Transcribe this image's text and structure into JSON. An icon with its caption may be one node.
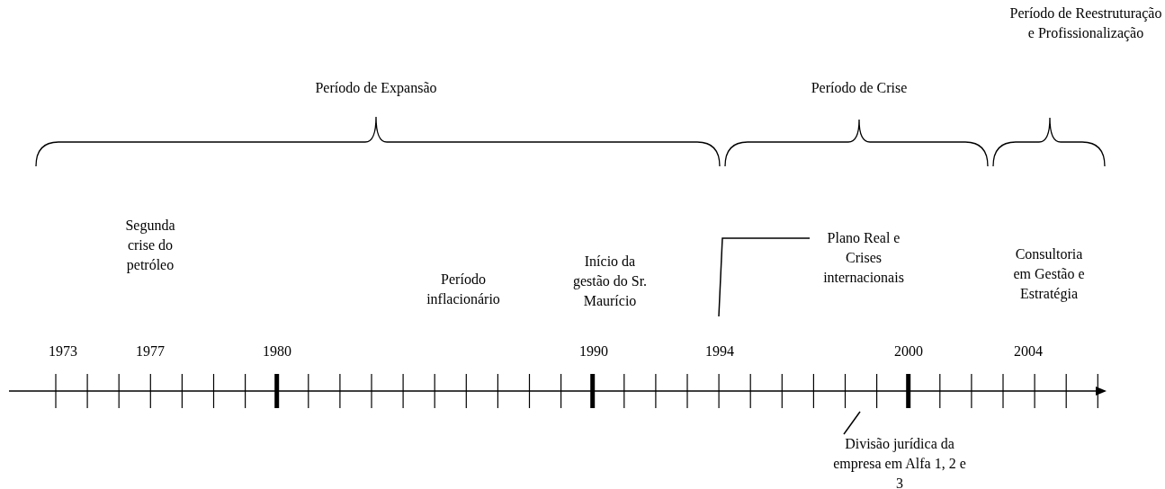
{
  "diagram": {
    "nodes": [
      {
        "text": [
          "Plano Real e Crises internacionais"
        ]
      },
      {
        "text": [
          "Divisão jurídica da empresa em Alfa 1, 2 e 3"
        ]
      }
    ],
    "edges": [
      {
        "from": 0,
        "to": null,
        "arrow": "none"
      },
      {
        "from": 1,
        "to": null,
        "arrow": "none"
      }
    ],
    "labels": [
      "Período de Reestruturação e Profissionalização",
      "Período de Expansão",
      "Período de Crise",
      "Segunda crise do petróleo",
      "Período inflacionário",
      "Início da gestão do Sr. Maurício",
      "Consultoria em Gestão e Estratégia",
      "1973",
      "1977",
      "1980",
      "1990",
      "1994",
      "2000",
      "2004"
    ]
  }
}
